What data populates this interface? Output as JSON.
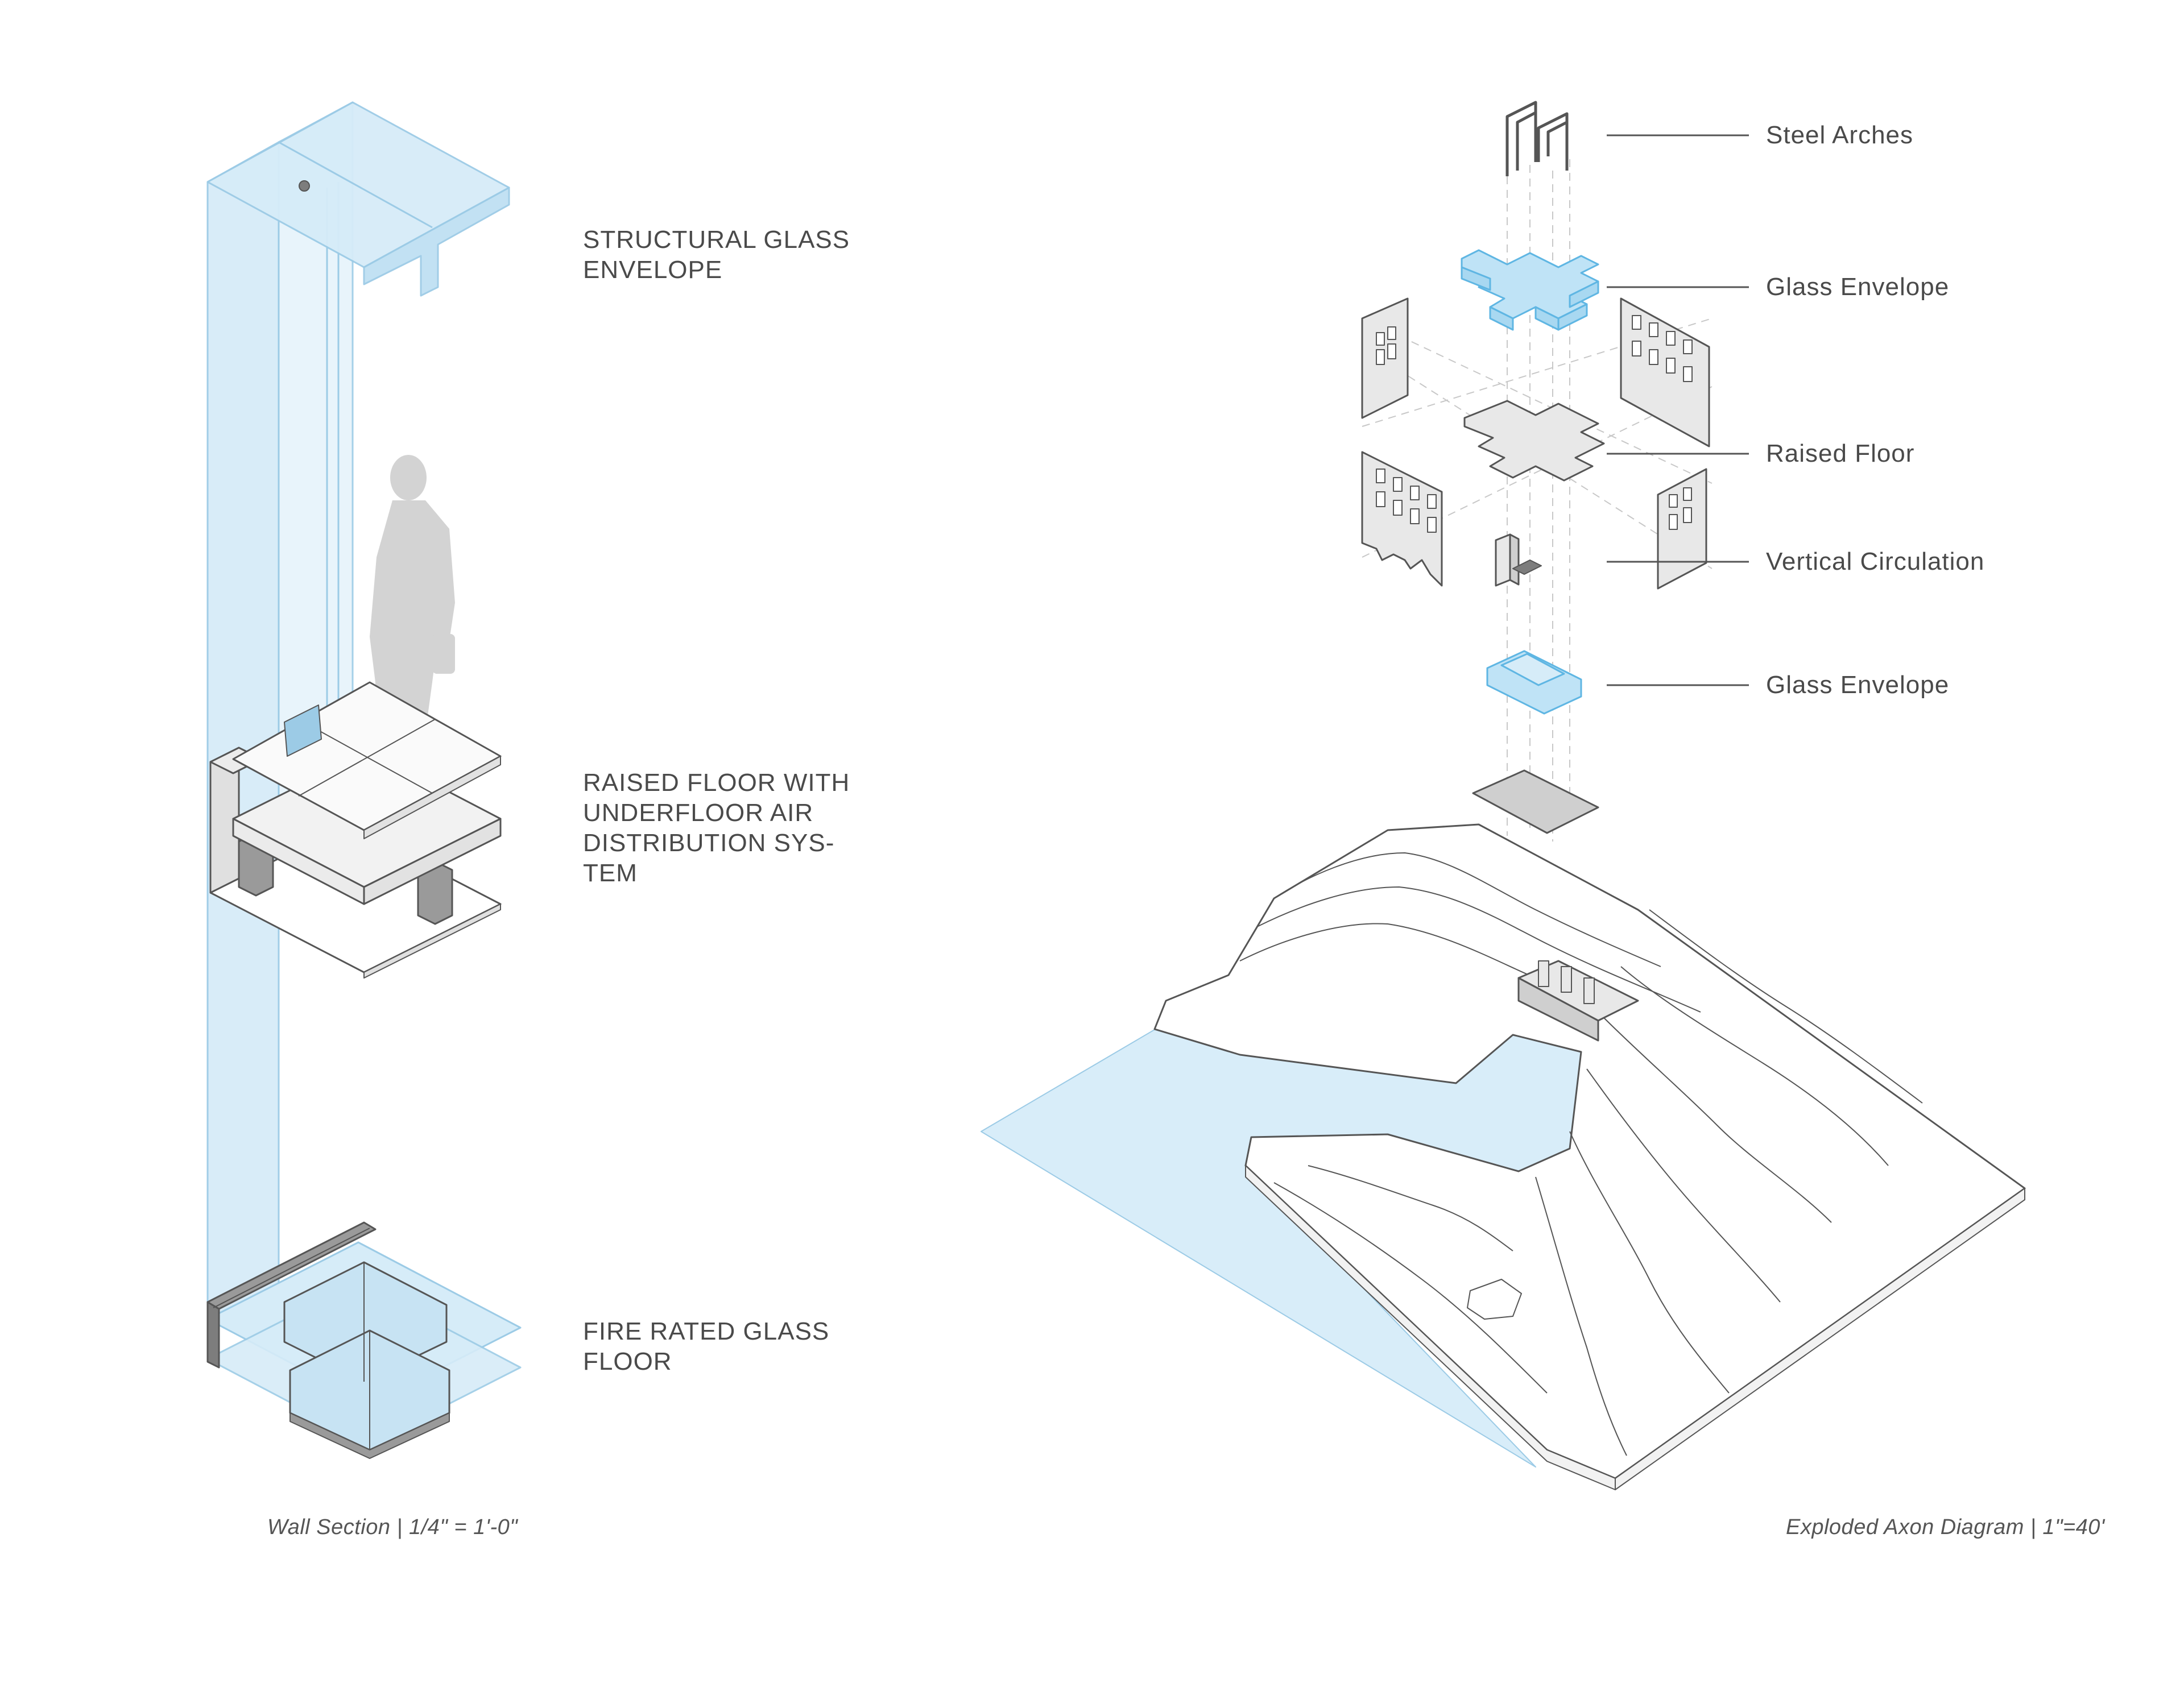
{
  "wall_section": {
    "labels": {
      "structural_glass": "STRUCTURAL GLASS\nENVELOPE",
      "raised_floor": "RAISED FLOOR WITH\nUNDERFLOOR AIR\nDISTRIBUTION SYS-\nTEM",
      "fire_floor": "FIRE RATED GLASS\nFLOOR"
    },
    "caption": "Wall Section | 1/4\" = 1'-0\""
  },
  "axon": {
    "labels": {
      "steel_arches": "Steel Arches",
      "glass_envelope_upper": "Glass Envelope",
      "raised_floor": "Raised Floor",
      "vertical_circulation": "Vertical Circulation",
      "glass_envelope_lower": "Glass Envelope"
    },
    "caption": "Exploded Axon Diagram | 1\"=40'"
  },
  "colors": {
    "glass": "#d6ecf8",
    "glass_stroke": "#9ccbe6",
    "glass_component": "#bfe3f6",
    "glass_component_stroke": "#5fb6e3",
    "panel": "#e8e8e8",
    "line": "#555555",
    "water": "#d8edf9",
    "text": "#4a4a4a"
  }
}
